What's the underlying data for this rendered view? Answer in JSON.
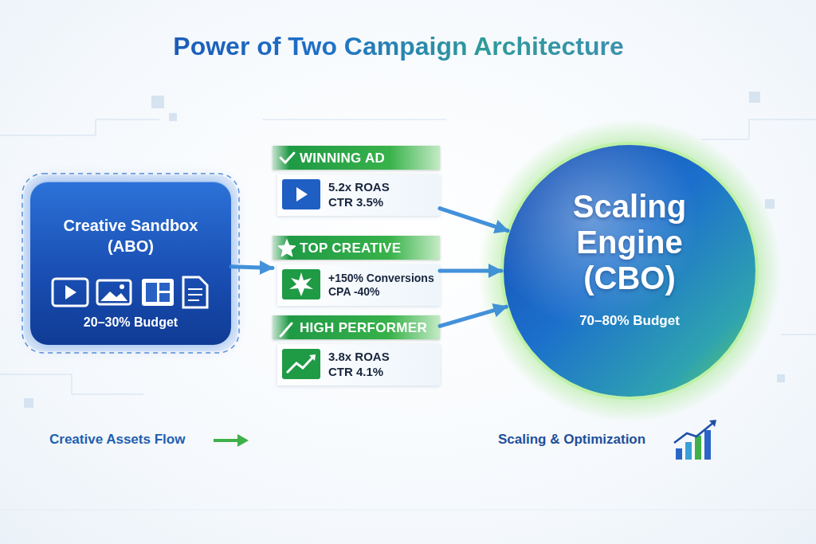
{
  "diagram": {
    "title": "Power of Two Campaign Architecture",
    "nodes": [
      {
        "text": [
          "Creative Sandbox (ABO)",
          "20–30% Budget"
        ]
      },
      {
        "text": [
          "WINNING AD",
          "5.2x ROAS CTR 3.5%"
        ]
      },
      {
        "text": [
          "TOP CREATIVE",
          "+150% Conversions CPA -40%"
        ]
      },
      {
        "text": [
          "HIGH PERFORMER",
          "3.8x ROAS CTR 4.1%"
        ]
      },
      {
        "text": [
          "Scaling Engine (CBO)",
          "70–80% Budget"
        ]
      }
    ],
    "edges": [
      {
        "from": 0,
        "to": 2,
        "arrow": "to"
      },
      {
        "from": 1,
        "to": 4,
        "arrow": "to"
      },
      {
        "from": 2,
        "to": 4,
        "arrow": "to"
      },
      {
        "from": 3,
        "to": 4,
        "arrow": "to"
      }
    ],
    "labels": [
      "Creative Assets Flow",
      "Scaling & Optimization"
    ]
  }
}
